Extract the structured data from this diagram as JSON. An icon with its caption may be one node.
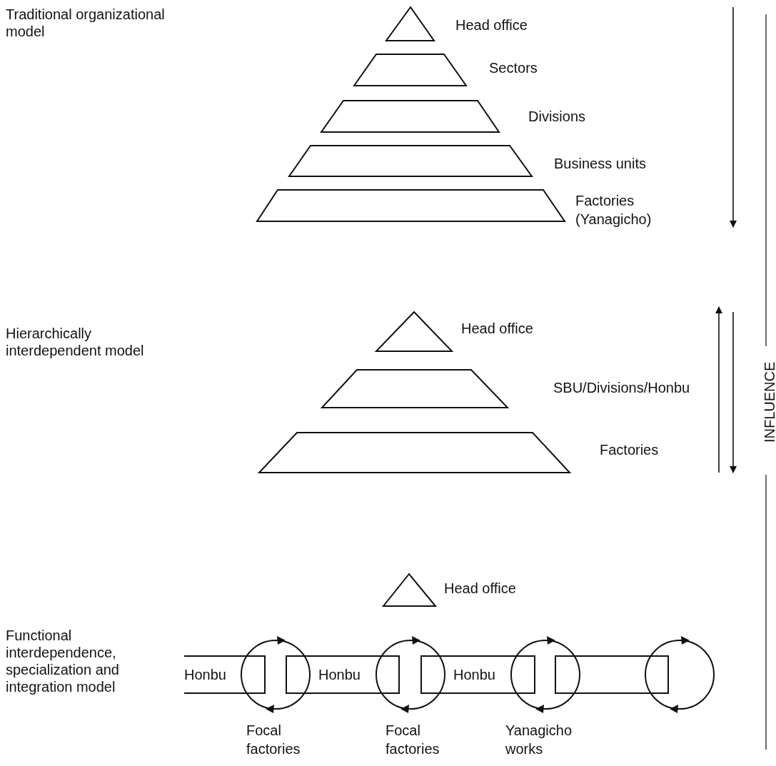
{
  "diagram": {
    "nodes": [
      {
        "text": [],
        "shape": "triangle",
        "beside": [
          "Head office"
        ]
      },
      {
        "text": [],
        "shape": "trapezoid",
        "beside": [
          "Sectors"
        ]
      },
      {
        "text": [],
        "shape": "trapezoid",
        "beside": [
          "Divisions"
        ]
      },
      {
        "text": [],
        "shape": "trapezoid",
        "beside": [
          "Business units"
        ]
      },
      {
        "text": [],
        "shape": "trapezoid",
        "beside": [
          "Factories (Yanagicho)"
        ]
      },
      {
        "text": [],
        "shape": "triangle",
        "beside": [
          "Head office"
        ]
      },
      {
        "text": [],
        "shape": "trapezoid",
        "beside": [
          "SBU/Divisions/Honbu"
        ]
      },
      {
        "text": [],
        "shape": "trapezoid",
        "beside": [
          "Factories"
        ]
      },
      {
        "text": [],
        "shape": "triangle",
        "beside": [
          "Head office"
        ]
      },
      {
        "text": [
          "Honbu"
        ]
      },
      {
        "text": [],
        "shape": "circle",
        "beside": [
          "Focal factories"
        ]
      },
      {
        "text": [
          "Honbu"
        ]
      },
      {
        "text": [],
        "shape": "circle",
        "beside": [
          "Focal factories"
        ]
      },
      {
        "text": [
          "Honbu"
        ]
      },
      {
        "text": [],
        "shape": "circle",
        "beside": [
          "Yanagicho works"
        ]
      },
      {
        "text": [],
        "shape": "box"
      },
      {
        "text": [],
        "shape": "circle"
      }
    ],
    "labels": [
      "Traditional organizational model",
      "Hierarchically interdependent model",
      "Functional interdependence, specialization and integration model",
      "INFLUENCE"
    ]
  }
}
